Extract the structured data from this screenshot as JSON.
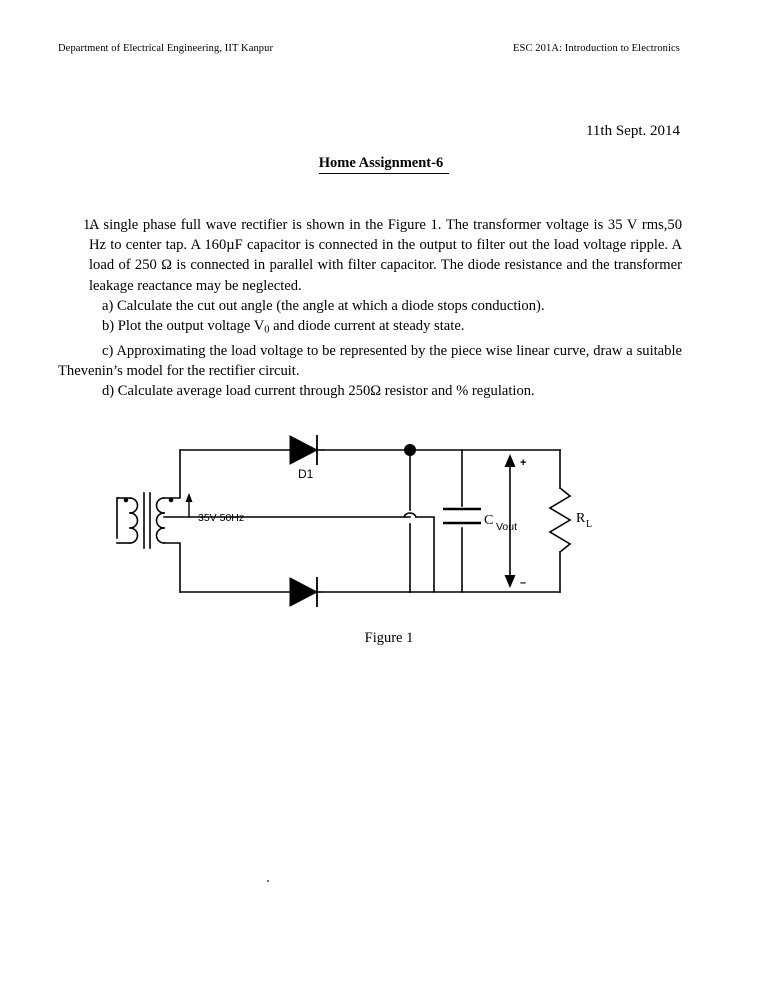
{
  "header": {
    "left": "Department of Electrical Engineering, IIT Kanpur",
    "right": "ESC 201A: Introduction to Electronics"
  },
  "date": "11th Sept. 2014",
  "title": "Home Assignment-6",
  "question": {
    "number": "1.",
    "body": "A single phase full wave rectifier is shown in the Figure 1. The transformer voltage is 35 V rms,50 Hz to center tap. A 160µF capacitor is connected in the output to filter out the load voltage ripple. A load of 250 Ω is connected in parallel with filter capacitor. The diode resistance and the transformer leakage reactance may be neglected.",
    "parts": {
      "a": "a) Calculate the cut out angle (the angle  at which a diode stops conduction).",
      "b_pre": "b) Plot the output voltage V",
      "b_sub": "0",
      "b_post": " and diode current at steady state.",
      "c": "c) Approximating the load voltage to be represented by the piece wise linear curve, draw a suitable Thevenin’s model for the rectifier circuit.",
      "d": "d) Calculate average load current through 250Ω resistor and % regulation."
    }
  },
  "figure": {
    "caption": "Figure 1",
    "labels": {
      "diode1": "D1",
      "source": "35V 50Hz",
      "capacitor": "C",
      "vout": "Vout",
      "load_r": "R",
      "load_sub": "L",
      "plus": "+",
      "minus": "–"
    },
    "colors": {
      "ink": "#000000",
      "paper": "#ffffff"
    }
  }
}
